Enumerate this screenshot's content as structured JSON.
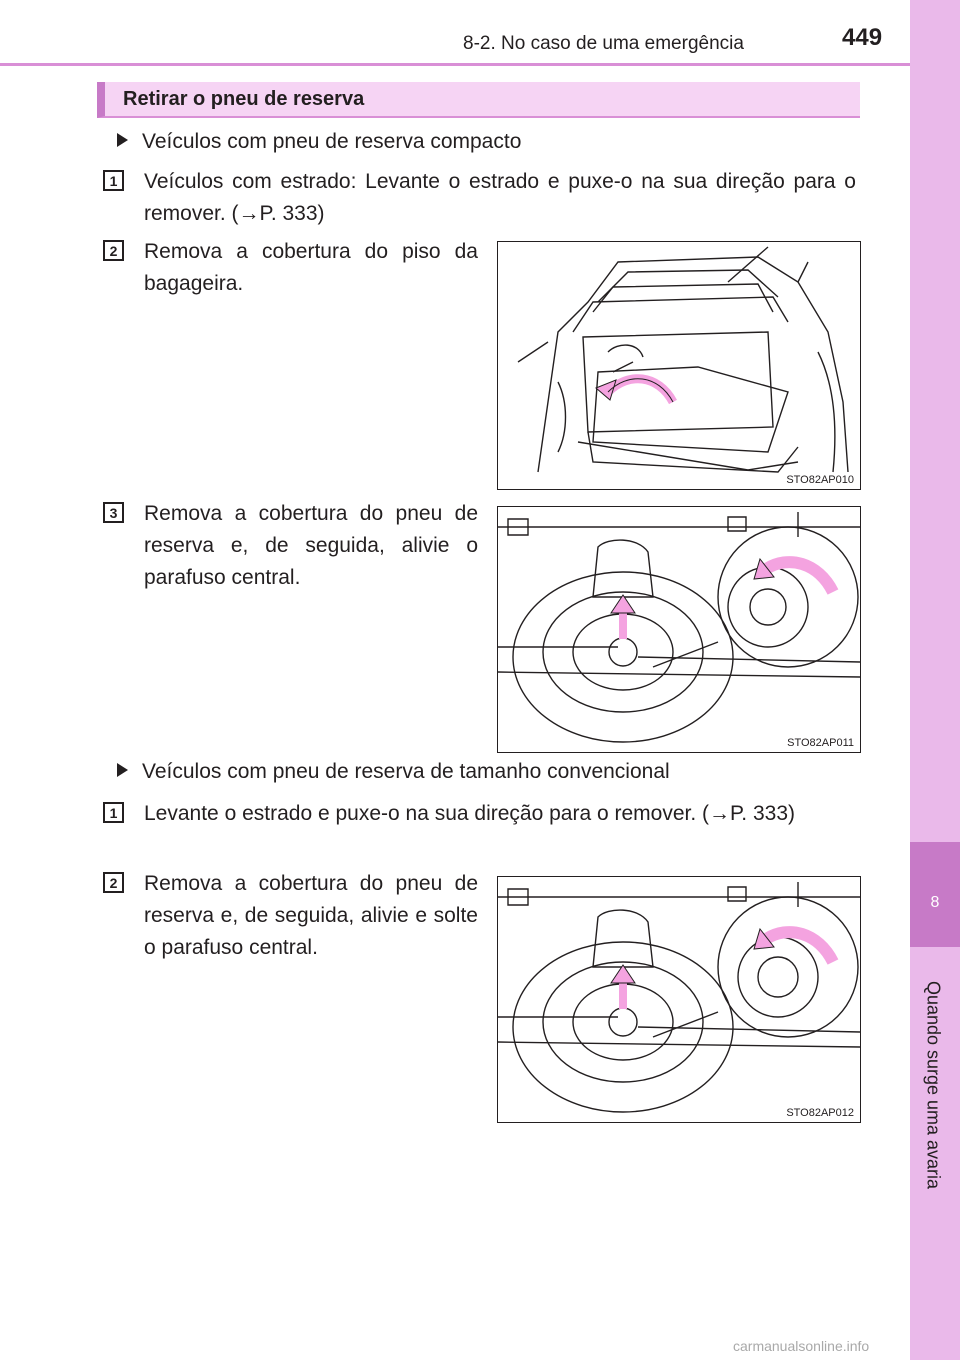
{
  "header": {
    "page_number": "449",
    "chapter": "8-2. No caso de uma emergência"
  },
  "side_tab": {
    "number": "8",
    "label": "Quando surge uma avaria"
  },
  "section": {
    "title": "Retirar o pneu de reserva"
  },
  "compact": {
    "heading": "Veículos com pneu de reserva compacto",
    "steps": [
      {
        "num": "1",
        "text": "Veículos com estrado: Levante o estrado e puxe-o na sua direção para o remover. (→P. 333)"
      },
      {
        "num": "2",
        "text": "Remova a cobertura do piso da bagageira.",
        "figure": "STO82AP010"
      },
      {
        "num": "3",
        "text": "Remova a cobertura do pneu de reserva e, de seguida, alivie o parafuso central.",
        "figure": "STO82AP011"
      }
    ]
  },
  "conventional": {
    "heading": "Veículos com pneu de reserva de tamanho convencional",
    "steps": [
      {
        "num": "1",
        "text": "Levante o estrado e puxe-o na sua direção para o remover. (→P. 333)"
      },
      {
        "num": "2",
        "text": "Remova a cobertura do pneu de reserva e, de seguida, alivie e solte o parafuso central.",
        "figure": "STO82AP012"
      }
    ]
  },
  "footer": {
    "watermark": "carmanualsonline.info"
  },
  "colors": {
    "accent": "#c77ac7",
    "accent_light": "#f6d4f4",
    "tab": "#eab9ea",
    "arrow": "#f4a3e0"
  }
}
